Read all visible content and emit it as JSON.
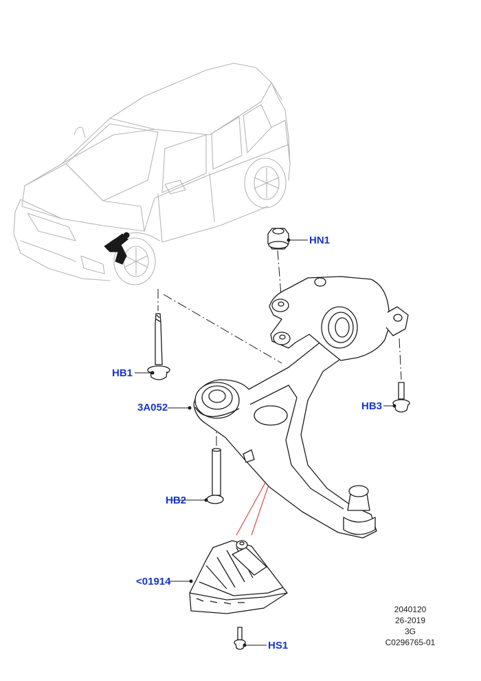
{
  "callouts": {
    "hn1": "HN1",
    "hb1": "HB1",
    "hb2": "HB2",
    "hb3": "HB3",
    "part_3a052": "3A052",
    "part_01914": "<01914",
    "hs1": "HS1"
  },
  "reference": {
    "line1": "2040120",
    "line2": "26-2019",
    "line3": "3G",
    "line4": "C0296765-01"
  },
  "colors": {
    "callout": "#1536c9",
    "line": "#1a1a1a",
    "vehicle": "#b5b5b5",
    "leader_red": "#d62a2a"
  },
  "icons": [
    "vehicle-outline",
    "lower-control-arm",
    "hex-nut",
    "flange-bolt",
    "splash-shield"
  ]
}
